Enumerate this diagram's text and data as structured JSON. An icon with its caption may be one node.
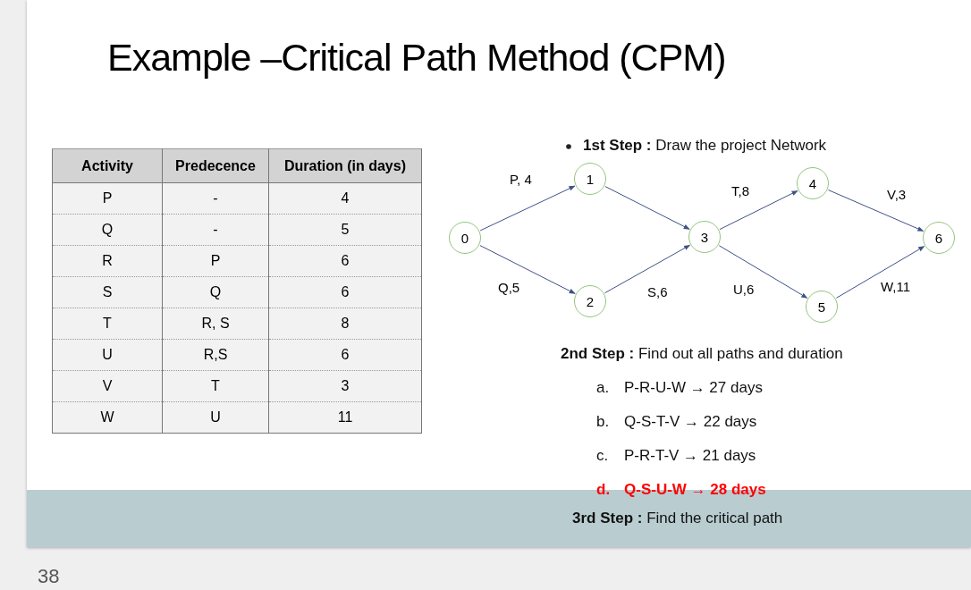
{
  "diagram": {
    "title": "Example –Critical Path Method (CPM)",
    "nodes": [
      {
        "text": [
          "0"
        ]
      },
      {
        "text": [
          "1"
        ]
      },
      {
        "text": [
          "2"
        ]
      },
      {
        "text": [
          "3"
        ]
      },
      {
        "text": [
          "4"
        ]
      },
      {
        "text": [
          "5"
        ]
      },
      {
        "text": [
          "6"
        ]
      }
    ],
    "edges": [
      {
        "from": 0,
        "to": 1,
        "arrow": "to",
        "label": "P, 4"
      },
      {
        "from": 0,
        "to": 2,
        "arrow": "to",
        "label": "Q,5"
      },
      {
        "from": 1,
        "to": 3,
        "arrow": "to"
      },
      {
        "from": 2,
        "to": 3,
        "arrow": "to",
        "label": "S,6"
      },
      {
        "from": 3,
        "to": 4,
        "arrow": "to",
        "label": "T,8"
      },
      {
        "from": 3,
        "to": 5,
        "arrow": "to",
        "label": "U,6"
      },
      {
        "from": 4,
        "to": 6,
        "arrow": "to",
        "label": "V,3"
      },
      {
        "from": 5,
        "to": 6,
        "arrow": "to",
        "label": "W,11"
      }
    ],
    "labels": [
      "Activity",
      "Predecence",
      "Duration (in days)",
      "P",
      "-",
      "4",
      "Q",
      "-",
      "5",
      "R",
      "P",
      "6",
      "S",
      "Q",
      "6",
      "T",
      "R, S",
      "8",
      "U",
      "R,S",
      "6",
      "V",
      "T",
      "3",
      "W",
      "U",
      "11",
      "**1st Step :** Draw the project Network",
      "**2nd Step :** Find out all paths and duration",
      "a.",
      "P-R-U-W → 27 days",
      "b.",
      "Q-S-T-V → 22 days",
      "c.",
      "P-R-T-V → 21 days",
      "d.",
      "Q-S-U-W → 28 days",
      "**3rd Step :** Find the critical path",
      "38"
    ]
  }
}
